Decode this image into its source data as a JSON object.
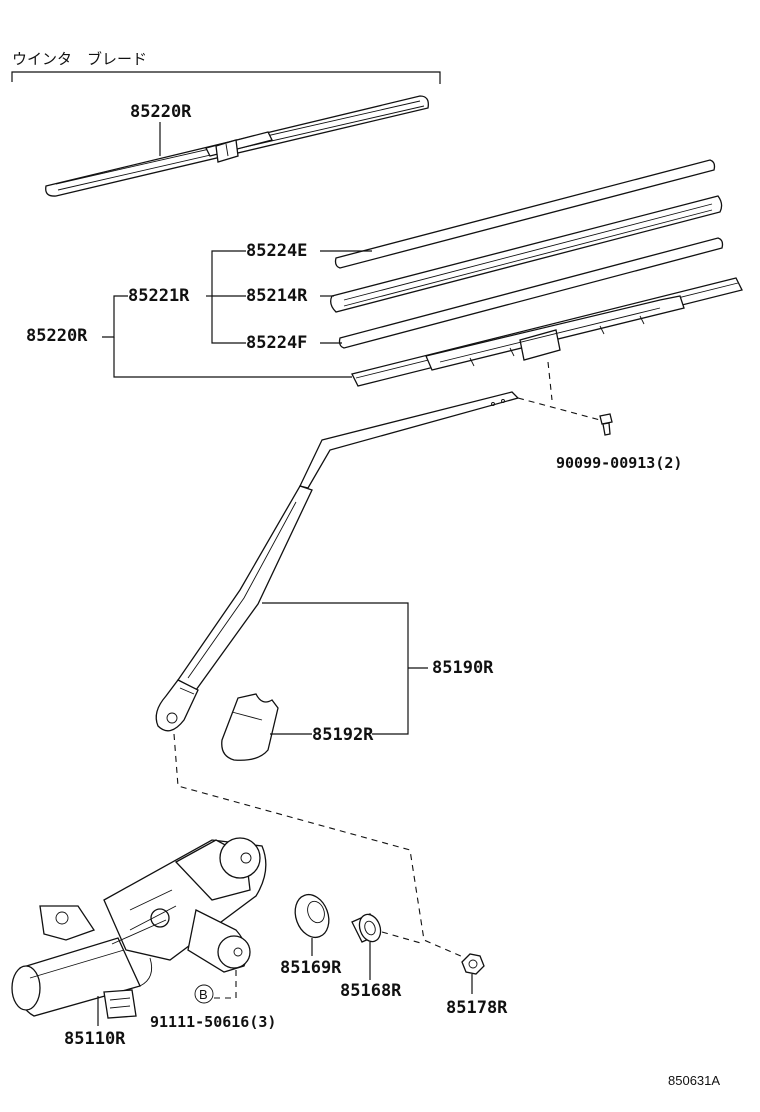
{
  "header": {
    "title": "ウインタ　ブレード"
  },
  "labels": {
    "blade_assy_top": "85220R",
    "refill_e": "85224E",
    "refill_r": "85214R",
    "refill_f": "85224F",
    "blade_sub": "85221R",
    "blade_assy": "85220R",
    "screw": "90099-00913(2)",
    "arm_assy": "85190R",
    "arm_cover": "85192R",
    "motor": "85110R",
    "bolt_mark": "B",
    "bolt": "91111-50616(3)",
    "grommet_a": "85169R",
    "grommet_b": "85168R",
    "nut": "85178R"
  },
  "footer": {
    "diagram_code": "850631A"
  }
}
